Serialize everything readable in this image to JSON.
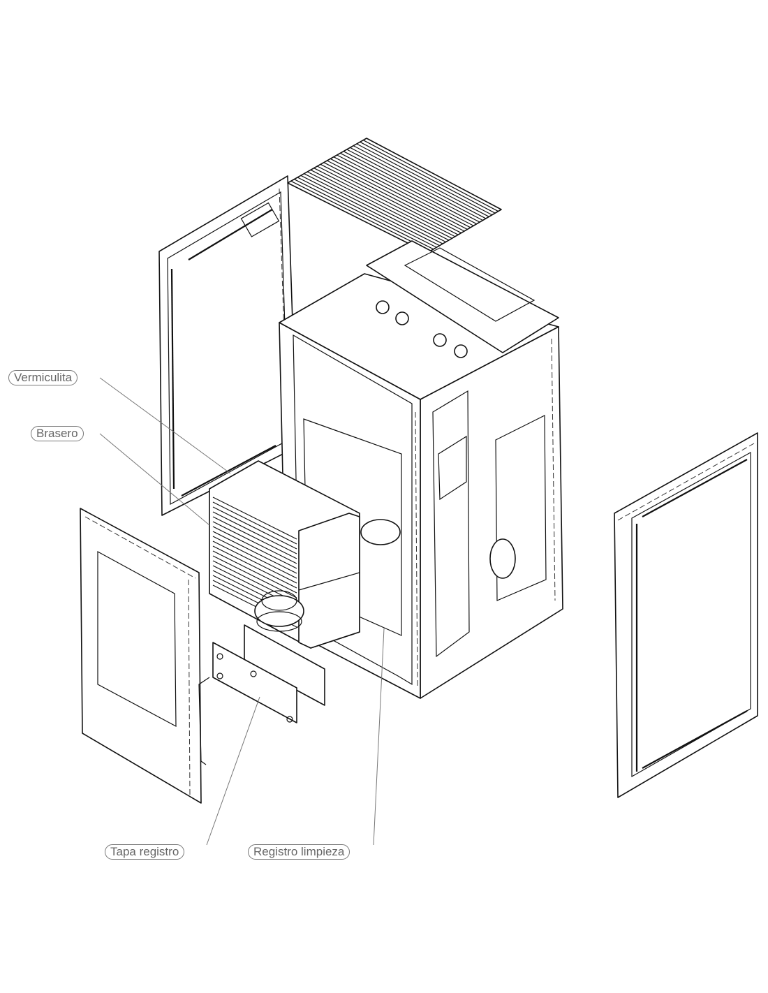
{
  "labels": {
    "vermiculita": "Vermiculita",
    "brasero": "Brasero",
    "tapa_registro": "Tapa registro",
    "registro_limpieza": "Registro limpieza"
  }
}
